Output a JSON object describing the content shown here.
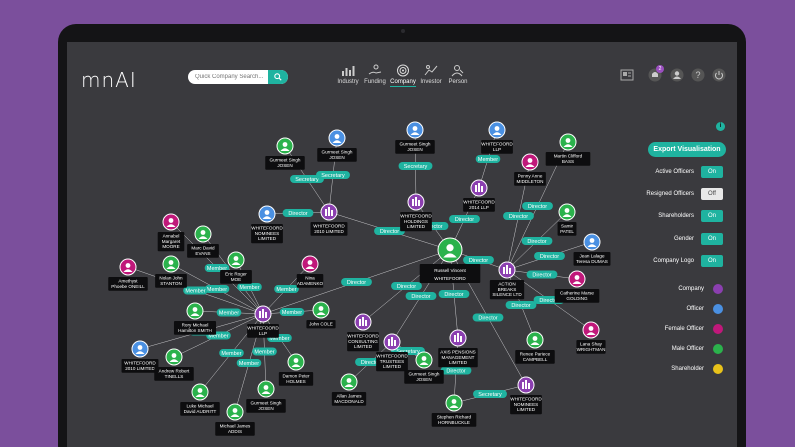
{
  "app": {
    "logo": "mnAI"
  },
  "search": {
    "placeholder": "Quick Company Search..."
  },
  "nav": [
    {
      "label": "Industry",
      "icon": "bar-chart-icon"
    },
    {
      "label": "Funding",
      "icon": "hand-coins-icon"
    },
    {
      "label": "Company",
      "icon": "target-icon",
      "active": true
    },
    {
      "label": "Investor",
      "icon": "trend-icon"
    },
    {
      "label": "Person",
      "icon": "person-search-icon"
    }
  ],
  "topbar": {
    "notification_count": "2"
  },
  "panel": {
    "info": "i",
    "export_label": "Export Visualisation",
    "toggles": [
      {
        "label": "Active Officers",
        "state": "On"
      },
      {
        "label": "Resigned Officers",
        "state": "Off"
      },
      {
        "label": "Shareholders",
        "state": "On"
      },
      {
        "label": "Gender",
        "state": "On"
      },
      {
        "label": "Company Logo",
        "state": "On"
      }
    ],
    "legend": [
      {
        "label": "Company",
        "color": "#8b3fb0"
      },
      {
        "label": "Officer",
        "color": "#4a90e2"
      },
      {
        "label": "Female Officer",
        "color": "#c0187a"
      },
      {
        "label": "Male Officer",
        "color": "#2bb24c"
      },
      {
        "label": "Shareholder",
        "color": "#e8c21a"
      }
    ]
  },
  "colors": {
    "teal": "#1fb3a0",
    "male": "#2bb24c",
    "female": "#c0187a",
    "officer": "#4a90e2",
    "company": "#8b3fb0"
  },
  "graph": {
    "nodes": [
      {
        "id": "gurmeet1",
        "kind": "male",
        "label": [
          "Gurmeet Singh",
          "JOSEN"
        ]
      },
      {
        "id": "gurmeet2",
        "kind": "officer",
        "label": [
          "Gurmeet Singh",
          "JOSEN"
        ]
      },
      {
        "id": "gurmeet3",
        "kind": "officer",
        "label": [
          "Gurmeet Singh",
          "JOSEN"
        ]
      },
      {
        "id": "wllp_top",
        "kind": "officer",
        "label": [
          "WHITEFOORD",
          "LLP"
        ]
      },
      {
        "id": "penny",
        "kind": "female",
        "label": [
          "Penny Anne",
          "MIDDLETON"
        ]
      },
      {
        "id": "martin",
        "kind": "male",
        "label": [
          "Martin Clifford",
          "BASS"
        ]
      },
      {
        "id": "samir",
        "kind": "male",
        "label": [
          "Samir",
          "PATEL"
        ]
      },
      {
        "id": "jean",
        "kind": "officer",
        "label": [
          "Jean Lalage",
          "Teresa DUMAS"
        ]
      },
      {
        "id": "annabel",
        "kind": "female",
        "label": [
          "Annabel",
          "Margaret",
          "MOORE"
        ]
      },
      {
        "id": "marc",
        "kind": "male",
        "label": [
          "Marc David",
          "EVANS"
        ]
      },
      {
        "id": "nolan",
        "kind": "male",
        "label": [
          "Nolan John",
          "STANTON"
        ]
      },
      {
        "id": "amethyst",
        "kind": "female",
        "label": [
          "Amethyst",
          "Phoebe ONEILL"
        ]
      },
      {
        "id": "eric",
        "kind": "male",
        "label": [
          "Eric Roger",
          "MOE"
        ]
      },
      {
        "id": "wnom2010",
        "kind": "officer",
        "label": [
          "WHITEFOORD",
          "NOMINEES",
          "LIMITED"
        ]
      },
      {
        "id": "w2010",
        "kind": "company",
        "label": [
          "WHITEFOORD",
          "2010 LIMITED"
        ]
      },
      {
        "id": "whold",
        "kind": "company",
        "label": [
          "WHITEFOORD",
          "HOLDINGS",
          "LIMITED"
        ]
      },
      {
        "id": "w2014",
        "kind": "company",
        "label": [
          "WHITEFOORD",
          "2014 LLP"
        ]
      },
      {
        "id": "russell",
        "kind": "male",
        "label": [
          "Russell Vincent",
          "WHITEFOORD"
        ]
      },
      {
        "id": "nina",
        "kind": "female",
        "label": [
          "Nina",
          "ADAMENKO"
        ]
      },
      {
        "id": "action",
        "kind": "company",
        "label": [
          "ACTION",
          "BREAKS",
          "SILENCE LTD"
        ]
      },
      {
        "id": "catherine",
        "kind": "female",
        "label": [
          "Catherine Marse",
          "GOLDING"
        ]
      },
      {
        "id": "rory",
        "kind": "male",
        "label": [
          "Rory Michael",
          "Hamilton SMITH"
        ]
      },
      {
        "id": "wllp",
        "kind": "company",
        "label": [
          "WHITEFOORD",
          "LLP"
        ]
      },
      {
        "id": "johncole",
        "kind": "male",
        "label": [
          "John COLE"
        ]
      },
      {
        "id": "wconsult",
        "kind": "company",
        "label": [
          "WHITEFOORD",
          "CONSULTING",
          "LIMITED"
        ]
      },
      {
        "id": "axis",
        "kind": "company",
        "label": [
          "AXIS PENSIONS",
          "MANAGEMENT",
          "LIMITED"
        ]
      },
      {
        "id": "renee",
        "kind": "male",
        "label": [
          "Renee Pariece",
          "CAMPBELL"
        ]
      },
      {
        "id": "lana",
        "kind": "female",
        "label": [
          "Lana Shay",
          "WRIGHTMAN"
        ]
      },
      {
        "id": "w2010b",
        "kind": "officer",
        "label": [
          "WHITEFOORD",
          "2010 LIMITED"
        ]
      },
      {
        "id": "andrew",
        "kind": "male",
        "label": [
          "Andrew Robert",
          "TINELLS"
        ]
      },
      {
        "id": "wtrust",
        "kind": "company",
        "label": [
          "WHITEFOORD",
          "TRUSTEES",
          "LIMITED"
        ]
      },
      {
        "id": "gurmeet4",
        "kind": "male",
        "label": [
          "Gurmeet Singh",
          "JOSEN"
        ]
      },
      {
        "id": "damon",
        "kind": "male",
        "label": [
          "Damon Peter",
          "HOLMES"
        ]
      },
      {
        "id": "luke",
        "kind": "male",
        "label": [
          "Luke Michael",
          "David AUDRITT"
        ]
      },
      {
        "id": "allan",
        "kind": "male",
        "label": [
          "Allan James",
          "MACDONALD"
        ]
      },
      {
        "id": "gurmeet5",
        "kind": "male",
        "label": [
          "Gurmeet Singh",
          "JOSEN"
        ]
      },
      {
        "id": "michael",
        "kind": "male",
        "label": [
          "Michael James",
          "ADDIS"
        ]
      },
      {
        "id": "stephen",
        "kind": "male",
        "label": [
          "Stephen Richard",
          "HORNBUCKLE"
        ]
      },
      {
        "id": "wnom_b",
        "kind": "company",
        "label": [
          "WHITEFOORD",
          "NOMINEES",
          "LIMITED"
        ]
      }
    ],
    "edges": [
      {
        "from": "gurmeet1",
        "to": "w2010",
        "label": "Secretary"
      },
      {
        "from": "gurmeet2",
        "to": "w2010",
        "label": "Secretary"
      },
      {
        "from": "gurmeet3",
        "to": "whold",
        "label": "Secretary"
      },
      {
        "from": "wllp_top",
        "to": "w2014",
        "label": "Member"
      },
      {
        "from": "penny",
        "to": "action",
        "label": "Director"
      },
      {
        "from": "martin",
        "to": "action",
        "label": "Director"
      },
      {
        "from": "samir",
        "to": "action",
        "label": "Director"
      },
      {
        "from": "jean",
        "to": "action",
        "label": "Director"
      },
      {
        "from": "wnom2010",
        "to": "w2010",
        "label": "Director"
      },
      {
        "from": "russell",
        "to": "w2010",
        "label": "Director"
      },
      {
        "from": "russell",
        "to": "whold",
        "label": "Director"
      },
      {
        "from": "russell",
        "to": "w2014",
        "label": "Director"
      },
      {
        "from": "russell",
        "to": "action",
        "label": "Director"
      },
      {
        "from": "russell",
        "to": "wllp",
        "label": "Director"
      },
      {
        "from": "russell",
        "to": "wconsult",
        "label": "Director"
      },
      {
        "from": "russell",
        "to": "axis",
        "label": "Director"
      },
      {
        "from": "russell",
        "to": "wtrust",
        "label": "Director"
      },
      {
        "from": "russell",
        "to": "wnom_b",
        "label": "Director"
      },
      {
        "from": "annabel",
        "to": "wllp",
        "label": "Member"
      },
      {
        "from": "marc",
        "to": "wllp",
        "label": "Member"
      },
      {
        "from": "nolan",
        "to": "wllp",
        "label": "Member"
      },
      {
        "from": "amethyst",
        "to": "wllp",
        "label": "Member"
      },
      {
        "from": "eric",
        "to": "wllp",
        "label": "Member"
      },
      {
        "from": "nina",
        "to": "wllp",
        "label": "Member"
      },
      {
        "from": "rory",
        "to": "wllp",
        "label": "Member"
      },
      {
        "from": "johncole",
        "to": "wllp",
        "label": "Member"
      },
      {
        "from": "w2010b",
        "to": "wllp",
        "label": "Member"
      },
      {
        "from": "andrew",
        "to": "wllp",
        "label": "Member"
      },
      {
        "from": "luke",
        "to": "wllp",
        "label": "Member"
      },
      {
        "from": "michael",
        "to": "wllp",
        "label": "Member"
      },
      {
        "from": "gurmeet5",
        "to": "wllp",
        "label": "Member"
      },
      {
        "from": "damon",
        "to": "wllp",
        "label": "Member"
      },
      {
        "from": "catherine",
        "to": "action",
        "label": "Director"
      },
      {
        "from": "lana",
        "to": "action",
        "label": "Director"
      },
      {
        "from": "renee",
        "to": "action",
        "label": "Director"
      },
      {
        "from": "allan",
        "to": "wtrust",
        "label": "Director"
      },
      {
        "from": "gurmeet4",
        "to": "wtrust",
        "label": "Secretary"
      },
      {
        "from": "stephen",
        "to": "axis",
        "label": "Director"
      },
      {
        "from": "stephen",
        "to": "wnom_b",
        "label": "Secretary"
      }
    ]
  }
}
